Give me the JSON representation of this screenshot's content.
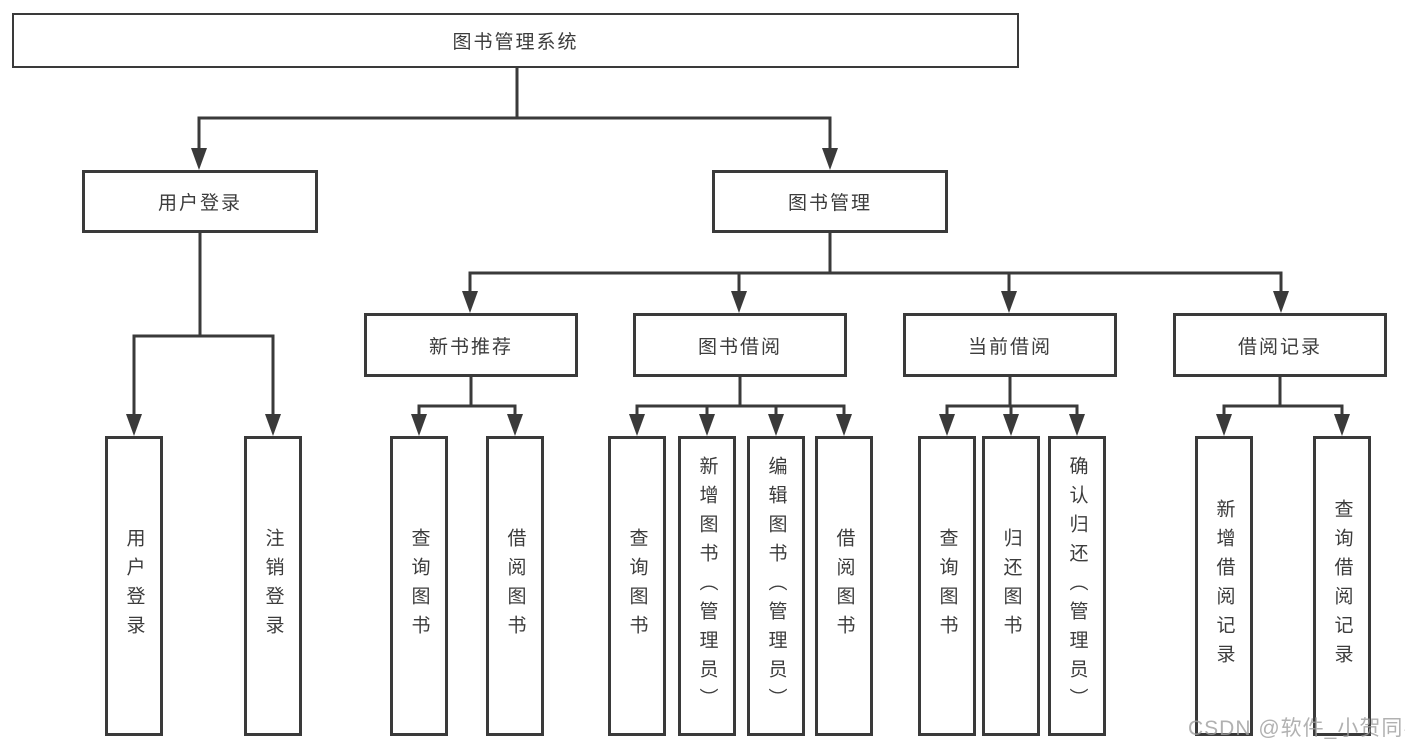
{
  "tree": {
    "label": "图书管理系统",
    "children": [
      {
        "label": "用户登录",
        "children": [
          {
            "label": "用户登录"
          },
          {
            "label": "注销登录"
          }
        ]
      },
      {
        "label": "图书管理",
        "children": [
          {
            "label": "新书推荐",
            "children": [
              {
                "label": "查询图书"
              },
              {
                "label": "借阅图书"
              }
            ]
          },
          {
            "label": "图书借阅",
            "children": [
              {
                "label": "查询图书"
              },
              {
                "label": "新增图书（管理员）"
              },
              {
                "label": "编辑图书（管理员）"
              },
              {
                "label": "借阅图书"
              }
            ]
          },
          {
            "label": "当前借阅",
            "children": [
              {
                "label": "查询图书"
              },
              {
                "label": "归还图书"
              },
              {
                "label": "确认归还（管理员）"
              }
            ]
          },
          {
            "label": "借阅记录",
            "children": [
              {
                "label": "新增借阅记录"
              },
              {
                "label": "查询借阅记录"
              }
            ]
          }
        ]
      }
    ]
  },
  "watermark": "CSDN @软件_小贺同学",
  "colors": {
    "line": "#3a3a3a",
    "text": "#3c3c3c",
    "watermark": "#9e9e9e",
    "background": "#ffffff"
  }
}
